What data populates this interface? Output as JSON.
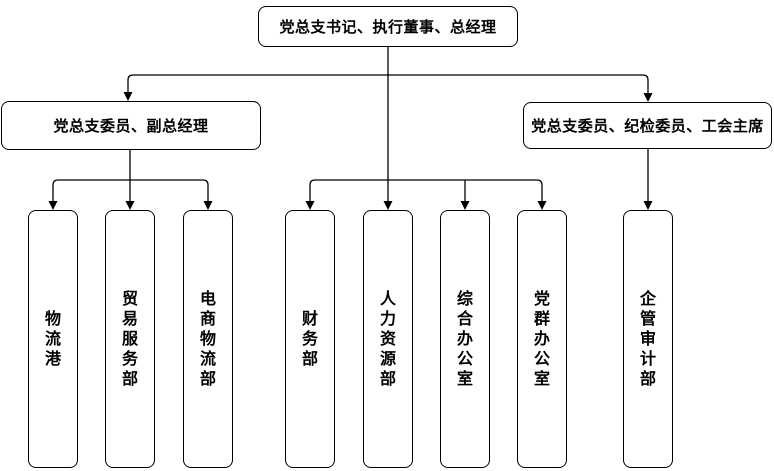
{
  "diagram": {
    "type": "org-chart",
    "colors": {
      "background": "#ffffff",
      "node_fill": "#ffffff",
      "node_border": "#000000",
      "line": "#000000",
      "text": "#000000"
    },
    "nodes": {
      "top": {
        "id": "top",
        "label": "党总支书记、执行董事、总经理"
      },
      "left": {
        "id": "left",
        "label": "党总支委员、副总经理"
      },
      "right": {
        "id": "right",
        "label": "党总支委员、纪检委员、工会主席"
      },
      "departments": [
        {
          "id": "dept-logistics-port",
          "label": "物流港",
          "reports_to": "left"
        },
        {
          "id": "dept-trade-service",
          "label": "贸易服务部",
          "reports_to": "left"
        },
        {
          "id": "dept-ecommerce-logistics",
          "label": "电商物流部",
          "reports_to": "left"
        },
        {
          "id": "dept-finance",
          "label": "财务部",
          "reports_to": "top"
        },
        {
          "id": "dept-human-resources",
          "label": "人力资源部",
          "reports_to": "top"
        },
        {
          "id": "dept-general-office",
          "label": "综合办公室",
          "reports_to": "top"
        },
        {
          "id": "dept-party-masses-office",
          "label": "党群办公室",
          "reports_to": "top"
        },
        {
          "id": "dept-enterprise-mgmt-audit",
          "label": "企管审计部",
          "reports_to": "right"
        }
      ]
    },
    "edges": [
      {
        "from": "top",
        "to": "left"
      },
      {
        "from": "top",
        "to": "right"
      },
      {
        "from": "top",
        "to": "dept-finance"
      },
      {
        "from": "top",
        "to": "dept-human-resources"
      },
      {
        "from": "top",
        "to": "dept-general-office"
      },
      {
        "from": "top",
        "to": "dept-party-masses-office"
      },
      {
        "from": "left",
        "to": "dept-logistics-port"
      },
      {
        "from": "left",
        "to": "dept-trade-service"
      },
      {
        "from": "left",
        "to": "dept-ecommerce-logistics"
      },
      {
        "from": "right",
        "to": "dept-enterprise-mgmt-audit"
      }
    ]
  }
}
